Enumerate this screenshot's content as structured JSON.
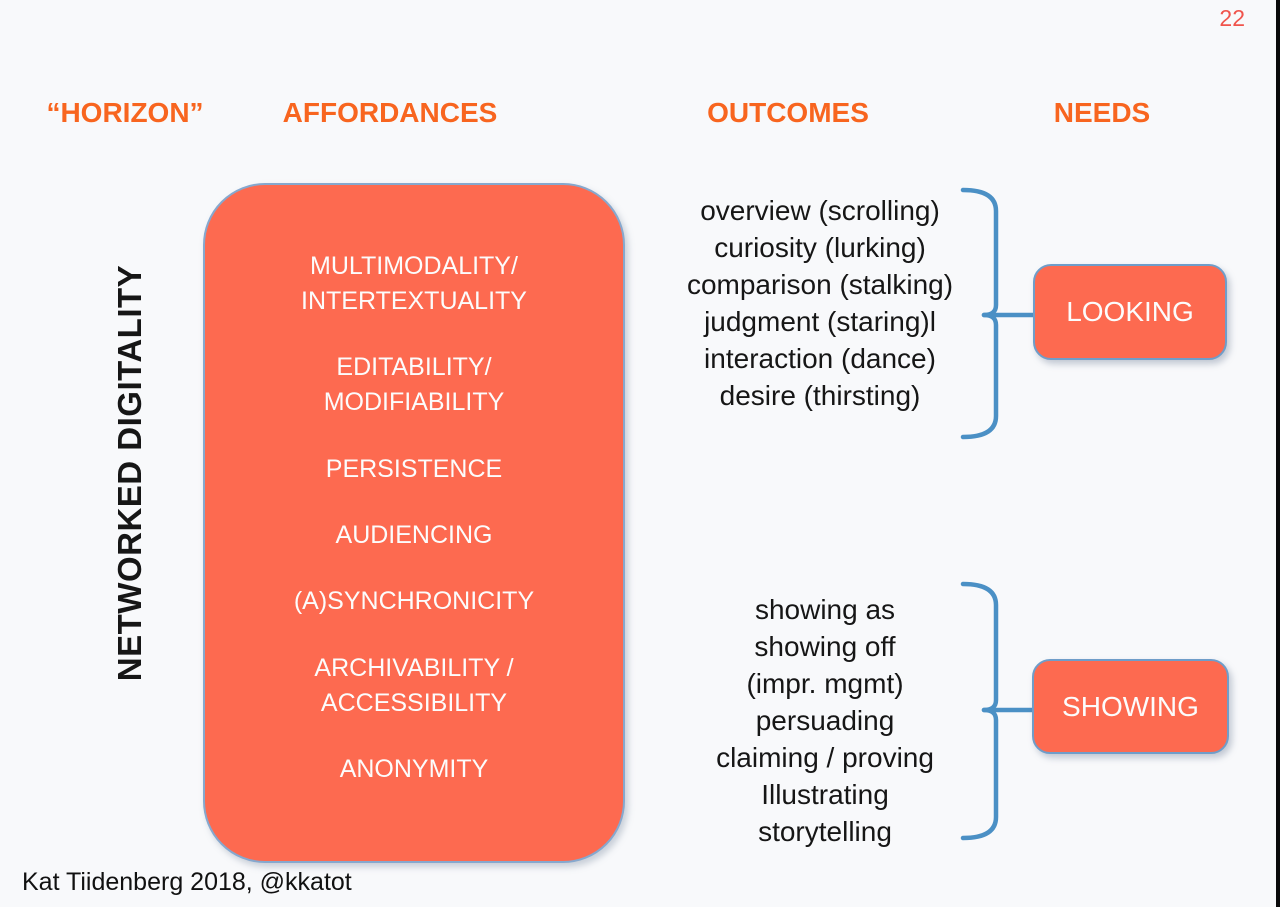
{
  "page": {
    "number": "22",
    "credit": "Kat Tiidenberg 2018, @kkatot"
  },
  "headers": {
    "horizon": "“HORIZON”",
    "affordances": "AFFORDANCES",
    "outcomes": "OUTCOMES",
    "needs": "NEEDS"
  },
  "horizon_axis_label": "NETWORKED DIGITALITY",
  "affordances": {
    "items": [
      "MULTIMODALITY/\nINTERTEXTUALITY",
      "EDITABILITY/\nMODIFIABILITY",
      "PERSISTENCE",
      "AUDIENCING",
      "(A)SYNCHRONICITY",
      "ARCHIVABILITY /\nACCESSIBILITY",
      "ANONYMITY"
    ]
  },
  "outcomes": {
    "looking_list": [
      "overview (scrolling)",
      "curiosity (lurking)",
      "comparison (stalking)",
      "judgment (staring)l",
      "interaction (dance)",
      "desire (thirsting)"
    ],
    "showing_list": [
      "showing as",
      "showing off",
      "(impr. mgmt)",
      "persuading",
      "claiming / proving",
      "Illustrating",
      "storytelling"
    ]
  },
  "needs": {
    "looking_label": "LOOKING",
    "showing_label": "SHOWING"
  },
  "colors": {
    "background": "#f8f9fb",
    "accent_orange": "#f8651f",
    "page_number": "#f0544c",
    "box_fill": "#fd6a50",
    "box_border": "#86a8ce",
    "badge_border": "#6f9dc9",
    "brace_blue": "#4b90c5",
    "text_black": "#161616",
    "text_white": "#fcfcfc"
  }
}
